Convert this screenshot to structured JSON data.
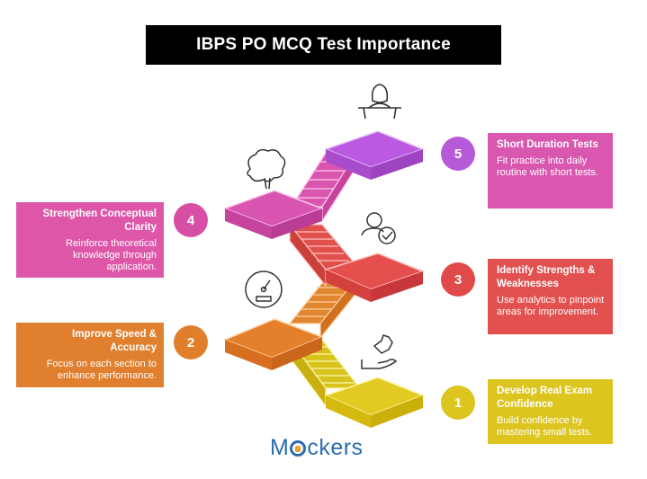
{
  "header": {
    "title": "IBPS PO MCQ Test Importance"
  },
  "steps": [
    {
      "number": "1",
      "title": "Develop Real Exam Confidence",
      "description": "Build confidence by mastering small tests.",
      "color": "#DCC51E",
      "icon": "hand-puzzle-icon"
    },
    {
      "number": "2",
      "title": "Improve Speed & Accuracy",
      "description": "Focus on each section to enhance performance.",
      "color": "#E07F2E",
      "icon": "speedometer-icon"
    },
    {
      "number": "3",
      "title": "Identify Strengths & Weaknesses",
      "description": "Use analytics to pinpoint areas for improvement.",
      "color": "#E2504F",
      "icon": "user-check-icon"
    },
    {
      "number": "4",
      "title": "Strengthen Conceptual Clarity",
      "description": "Reinforce theoretical knowledge through application.",
      "color": "#DD56A8",
      "icon": "brain-icon"
    },
    {
      "number": "5",
      "title": "Short Duration Tests",
      "description": "Fit practice into daily routine with short tests.",
      "color": "#D957B2",
      "icon": "speaker-podium-icon"
    }
  ],
  "colors": {
    "step5_platform": "#B85AE0",
    "step4_platform": "#D552B5"
  },
  "logo": {
    "prefix": "M",
    "suffix": "ckers"
  }
}
